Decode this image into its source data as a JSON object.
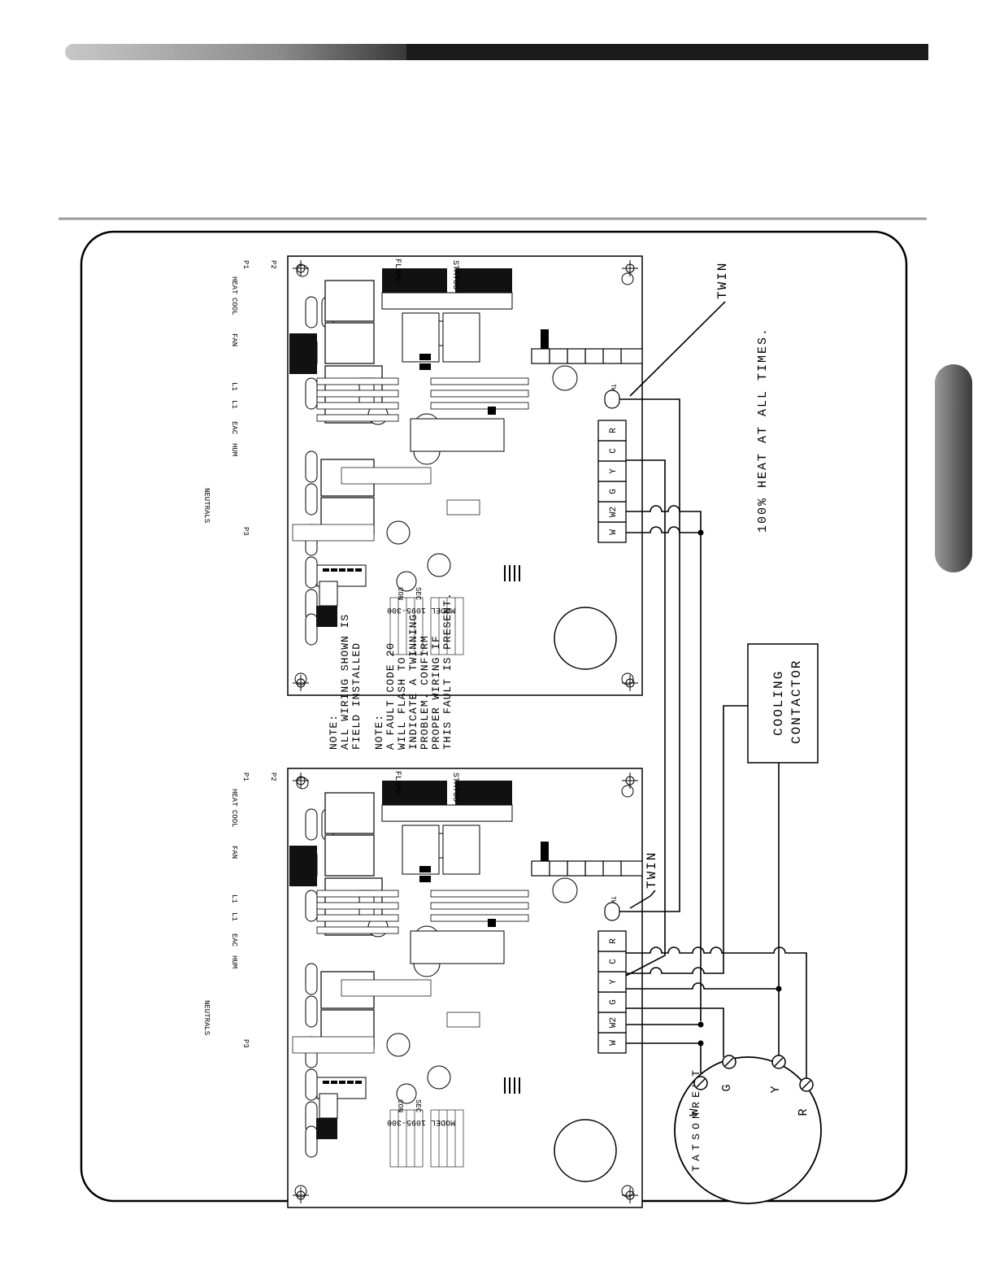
{
  "header": {
    "bar_color": "#1a1a1a",
    "rule_color": "#9a9a9a"
  },
  "labels": {
    "twin": "TWIN",
    "heat_note": "100% HEAT AT ALL TIMES.",
    "note1": [
      "NOTE:",
      "ALL WIRING SHOWN IS",
      "FIELD INSTALLED"
    ],
    "note2": [
      "NOTE:",
      "A FAULT CODE 20",
      "WILL FLASH TO",
      "INDICATE A TWINNING",
      "PROBLEM. CONFIRM",
      "PROPER WIRING IF",
      "THIS FAULT IS PRESENT."
    ],
    "cooling_contactor": [
      "COOLING",
      "CONTACTOR"
    ],
    "thermostat_letters": [
      "T",
      "H",
      "E",
      "R",
      "M",
      "O",
      "S",
      "T",
      "A",
      "T"
    ],
    "thermostat_terminals": [
      "W",
      "G",
      "Y",
      "R"
    ]
  },
  "board": {
    "model": "MODEL 1095-300",
    "terminals": [
      "W",
      "W2",
      "G",
      "Y",
      "C",
      "R"
    ],
    "top_labels": [
      "HEAT",
      "COOL",
      "FAN"
    ],
    "mid_labels": [
      "L1",
      "L1",
      "EAC",
      "HUM"
    ],
    "neutrals": "NEUTRALS",
    "status": "STATUS",
    "flame": "FLAME",
    "twin_terminal": "TWIN",
    "con": "CON",
    "sec": "SEC",
    "p1": "P1",
    "p2": "P2",
    "p3": "P3"
  }
}
